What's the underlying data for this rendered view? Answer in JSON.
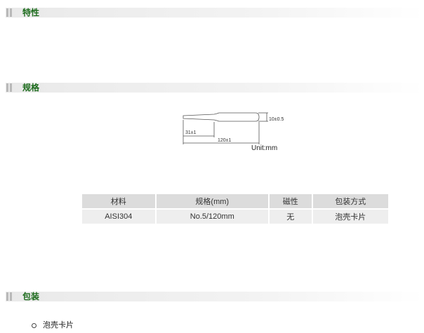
{
  "sections": {
    "features": {
      "title": "特性"
    },
    "specs": {
      "title": "规格"
    },
    "packaging": {
      "title": "包装",
      "items": [
        "泡壳卡片"
      ]
    }
  },
  "diagram": {
    "dim_width": "10±0.5",
    "dim_tip": "31±1",
    "dim_length": "120±1",
    "unit": "Unit:mm"
  },
  "table": {
    "headers": [
      "材料",
      "规格(mm)",
      "磁性",
      "包装方式"
    ],
    "rows": [
      [
        "AISI304",
        "No.5/120mm",
        "无",
        "泡壳卡片"
      ]
    ]
  },
  "colors": {
    "section_title": "#1c6b1c",
    "header_bg": "#e9e9e9",
    "table_header": "#dcdcdc",
    "table_cell": "#eeeeee"
  }
}
